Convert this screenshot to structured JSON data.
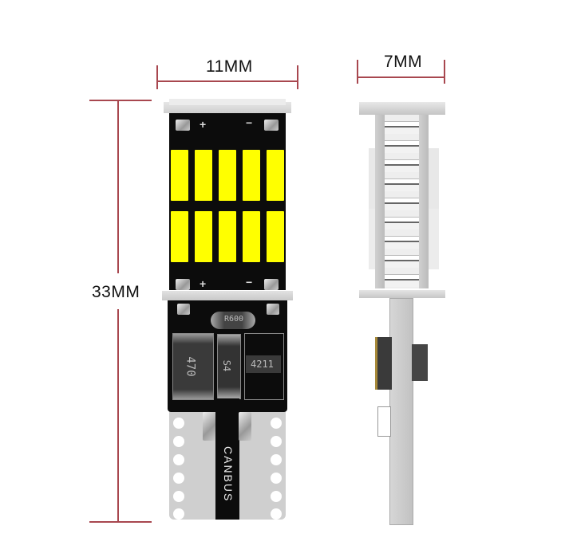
{
  "dimensions": {
    "width_label": "11MM",
    "depth_label": "7MM",
    "height_label": "33MM",
    "line_color": "#a8474f"
  },
  "front_view": {
    "polarity_top": [
      "+",
      "−"
    ],
    "polarity_bottom": [
      "+",
      "−"
    ],
    "led_rows": 2,
    "led_cols": 5,
    "led_color": "#ffff00",
    "components": {
      "resistor_label": "R600",
      "inductor_label": "470",
      "diode_label": "S4",
      "ic_label": "4211"
    },
    "brand_text": "CANBUS"
  },
  "side_view": {}
}
